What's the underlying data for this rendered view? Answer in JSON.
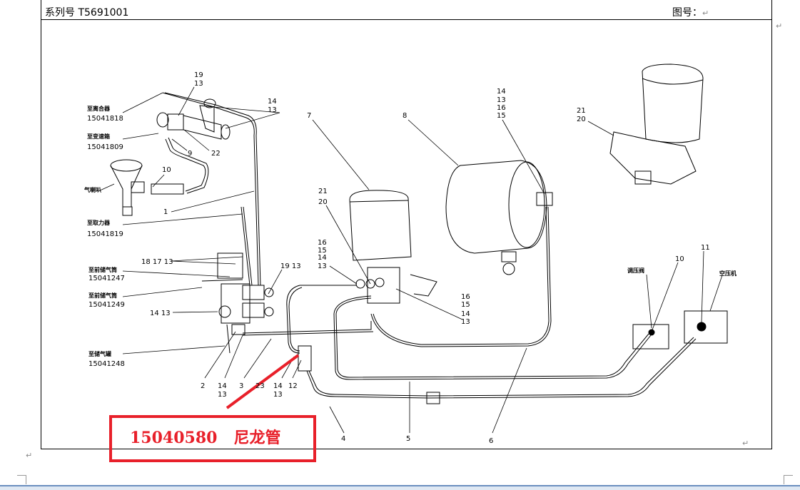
{
  "header": {
    "series_label": "系列号 T5691001",
    "drawing_no_label": "图号：",
    "paragraph_mark": "↵"
  },
  "callouts": {
    "c19_13_top": [
      "19",
      "13"
    ],
    "c14_13_top": [
      "14",
      "13"
    ],
    "to_clutch": "至离合器",
    "to_clutch_pn": "15041818",
    "to_gearbox": "至变速箱",
    "to_gearbox_pn": "15041809",
    "n9": "9",
    "n22": "22",
    "n10_left": "10",
    "air_horn": "气喇叭",
    "n1": "1",
    "to_pto": "至取力器",
    "to_pto_pn": "15041819",
    "n18_17_13": "18 17 13",
    "to_front_tank": "至前储气筒",
    "to_front_tank_pn": "15041247",
    "to_rear_tank": "至前储气筒",
    "to_rear_tank_pn": "15041249",
    "n14_13_left": "14 13",
    "n19_13_mid": "19 13",
    "to_air_tank": "至储气罐",
    "to_air_tank_pn": "15041248",
    "n2": "2",
    "n14_13_b1": [
      "14",
      "13"
    ],
    "n3": "3",
    "n23": "23",
    "n14_13_b2": [
      "14",
      "13"
    ],
    "n12": "12",
    "n4": "4",
    "n5": "5",
    "n6": "6",
    "n7": "7",
    "n8": "8",
    "n14_13_16_15_tank": [
      "14",
      "13",
      "16",
      "15"
    ],
    "n21_20_dryer": [
      "21",
      "20"
    ],
    "n16_15_14_13_a": [
      "16",
      "15",
      "14",
      "13"
    ],
    "n16_15_14_13_b": [
      "16",
      "15",
      "14",
      "13"
    ],
    "n21_20_right": [
      "21",
      "20"
    ],
    "regulator": "调压阀",
    "n10_right": "10",
    "n11": "11",
    "compressor": "空压机"
  },
  "annotation": {
    "text": "15040580   尼龙管",
    "color": "#e8202a"
  }
}
